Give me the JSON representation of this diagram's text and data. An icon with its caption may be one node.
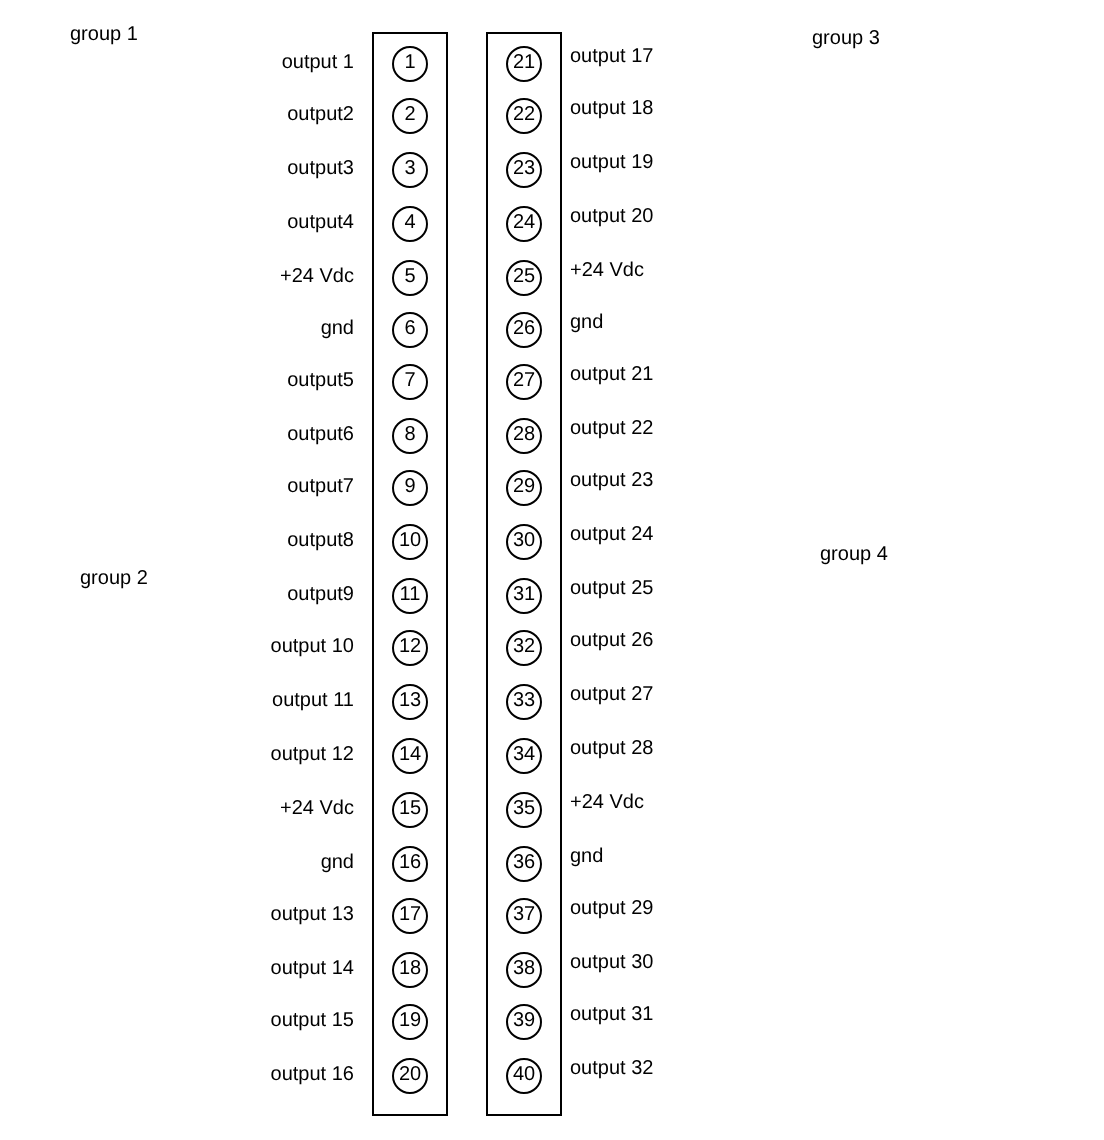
{
  "diagram": {
    "nodes": [
      {
        "text": [],
        "shape": "box"
      },
      {
        "text": [
          "1"
        ],
        "in": 0,
        "beside": [
          "output 1"
        ]
      },
      {
        "text": [
          "2"
        ],
        "in": 0,
        "beside": [
          "output2"
        ]
      },
      {
        "text": [
          "3"
        ],
        "in": 0,
        "beside": [
          "output3"
        ]
      },
      {
        "text": [
          "4"
        ],
        "in": 0,
        "beside": [
          "output4"
        ]
      },
      {
        "text": [
          "5"
        ],
        "in": 0,
        "beside": [
          "+24 Vdc"
        ]
      },
      {
        "text": [
          "6"
        ],
        "in": 0,
        "beside": [
          "gnd"
        ]
      },
      {
        "text": [
          "7"
        ],
        "in": 0,
        "beside": [
          "output5"
        ]
      },
      {
        "text": [
          "8"
        ],
        "in": 0,
        "beside": [
          "output6"
        ]
      },
      {
        "text": [
          "9"
        ],
        "in": 0,
        "beside": [
          "output7"
        ]
      },
      {
        "text": [
          "10"
        ],
        "in": 0,
        "beside": [
          "output8"
        ]
      },
      {
        "text": [
          "11"
        ],
        "in": 0,
        "beside": [
          "output9"
        ]
      },
      {
        "text": [
          "12"
        ],
        "in": 0,
        "beside": [
          "output 10"
        ]
      },
      {
        "text": [
          "13"
        ],
        "in": 0,
        "beside": [
          "output 11"
        ]
      },
      {
        "text": [
          "14"
        ],
        "in": 0,
        "beside": [
          "output 12"
        ]
      },
      {
        "text": [
          "15"
        ],
        "in": 0,
        "beside": [
          "+24 Vdc"
        ]
      },
      {
        "text": [
          "16"
        ],
        "in": 0,
        "beside": [
          "gnd"
        ]
      },
      {
        "text": [
          "17"
        ],
        "in": 0,
        "beside": [
          "output 13"
        ]
      },
      {
        "text": [
          "18"
        ],
        "in": 0,
        "beside": [
          "output 14"
        ]
      },
      {
        "text": [
          "19"
        ],
        "in": 0,
        "beside": [
          "output 15"
        ]
      },
      {
        "text": [
          "20"
        ],
        "in": 0,
        "beside": [
          "output 16"
        ]
      },
      {
        "text": [],
        "shape": "box"
      },
      {
        "text": [
          "21"
        ],
        "in": 21,
        "beside": [
          "output 17"
        ]
      },
      {
        "text": [
          "22"
        ],
        "in": 21,
        "beside": [
          "output 18"
        ]
      },
      {
        "text": [
          "23"
        ],
        "in": 21,
        "beside": [
          "output 19"
        ]
      },
      {
        "text": [
          "24"
        ],
        "in": 21,
        "beside": [
          "output 20"
        ]
      },
      {
        "text": [
          "25"
        ],
        "in": 21,
        "beside": [
          "+24 Vdc"
        ]
      },
      {
        "text": [
          "26"
        ],
        "in": 21,
        "beside": [
          "gnd"
        ]
      },
      {
        "text": [
          "27"
        ],
        "in": 21,
        "beside": [
          "output 21"
        ]
      },
      {
        "text": [
          "28"
        ],
        "in": 21,
        "beside": [
          "output 22"
        ]
      },
      {
        "text": [
          "29"
        ],
        "in": 21,
        "beside": [
          "output 23"
        ]
      },
      {
        "text": [
          "30"
        ],
        "in": 21,
        "beside": [
          "output 24"
        ]
      },
      {
        "text": [
          "31"
        ],
        "in": 21,
        "beside": [
          "output 25"
        ]
      },
      {
        "text": [
          "32"
        ],
        "in": 21,
        "beside": [
          "output 26"
        ]
      },
      {
        "text": [
          "33"
        ],
        "in": 21,
        "beside": [
          "output 27"
        ]
      },
      {
        "text": [
          "34"
        ],
        "in": 21,
        "beside": [
          "output 28"
        ]
      },
      {
        "text": [
          "35"
        ],
        "in": 21,
        "beside": [
          "+24 Vdc"
        ]
      },
      {
        "text": [
          "36"
        ],
        "in": 21,
        "beside": [
          "gnd"
        ]
      },
      {
        "text": [
          "37"
        ],
        "in": 21,
        "beside": [
          "output 29"
        ]
      },
      {
        "text": [
          "38"
        ],
        "in": 21,
        "beside": [
          "output 30"
        ]
      },
      {
        "text": [
          "39"
        ],
        "in": 21,
        "beside": [
          "output 31"
        ]
      },
      {
        "text": [
          "40"
        ],
        "in": 21,
        "beside": [
          "output 32"
        ]
      }
    ],
    "labels": [
      "group 1",
      "group 3",
      "group 2",
      "group 4"
    ]
  }
}
